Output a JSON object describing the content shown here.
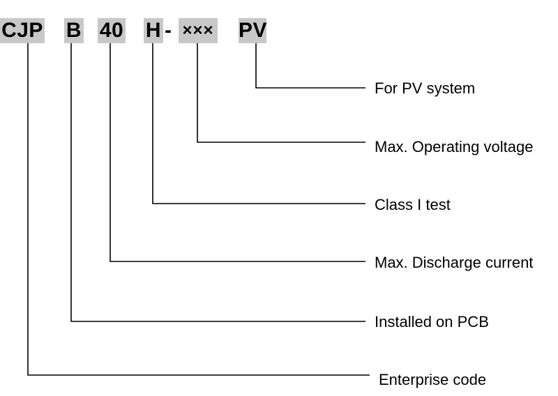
{
  "code": {
    "segments": [
      "CJP",
      "B",
      "40",
      "H",
      "×××",
      "PV"
    ],
    "separator": "-"
  },
  "labels": {
    "pv": "For PV system",
    "voltage": "Max. Operating voltage",
    "class": "Class I test",
    "current": "Max. Discharge current",
    "pcb": "Installed on PCB",
    "enterprise": "Enterprise code"
  },
  "colors": {
    "box": "#c8c8c8",
    "line": "#000000"
  }
}
